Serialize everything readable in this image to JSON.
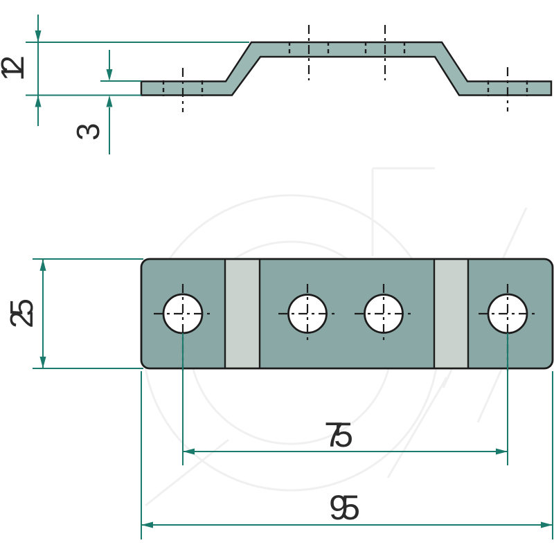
{
  "drawing": {
    "kind": "technical-drawing-two-views",
    "dimensions": {
      "profile_height": "12",
      "thickness": "3",
      "plate_width": "25",
      "hole_spacing": "75",
      "overall_length": "95"
    },
    "colors": {
      "background": "#ffffff",
      "part-fill": "#9cb8b4",
      "plate-fill": "#8aa8a6",
      "bend-zone-fill": "#c9d2cc",
      "outline": "#1c1c1c",
      "dimension": "#1a7a6c",
      "text": "#2b2b2b",
      "watermark": "#f0f0f0"
    }
  }
}
